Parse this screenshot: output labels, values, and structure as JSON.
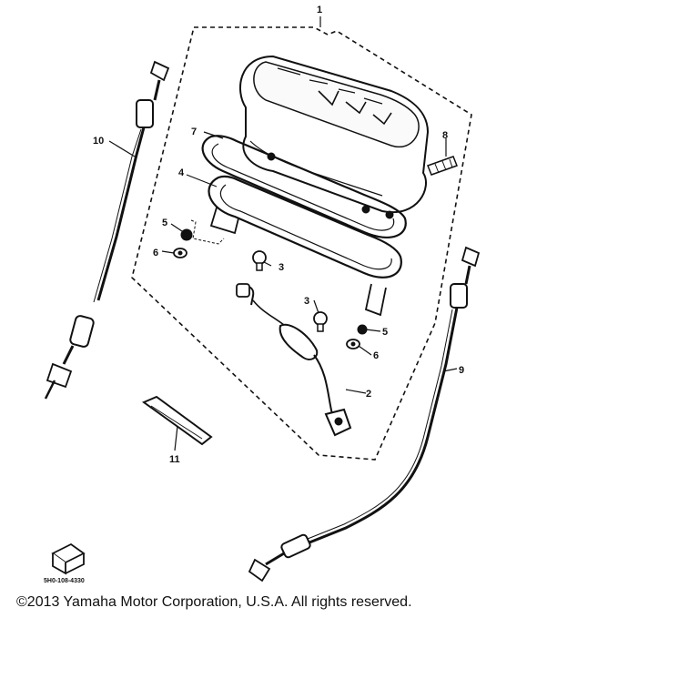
{
  "diagram": {
    "callouts": [
      "1",
      "2",
      "3",
      "3",
      "4",
      "5",
      "5",
      "6",
      "6",
      "7",
      "8",
      "9",
      "10",
      "11"
    ],
    "reference_code": "5H0-108-4330"
  },
  "footer": {
    "copyright": "©2013 Yamaha Motor Corporation, U.S.A. All rights reserved."
  },
  "colors": {
    "ink": "#111111",
    "background": "#ffffff"
  }
}
